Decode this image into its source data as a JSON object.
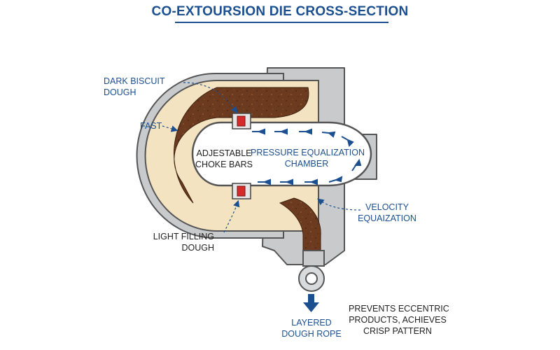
{
  "title": "CO-EXTOURSION DIE CROSS-SECTION",
  "labels": {
    "dark_dough_line1": "DARK BISCUIT",
    "dark_dough_line2": "DOUGH",
    "fast": "FAST",
    "choke_line1": "ADJESTABLE",
    "choke_line2": "CHOKE BARS",
    "chamber_line1": "PRESSURE EQUALIZATION",
    "chamber_line2": "CHAMBER",
    "velocity_line1": "VELOCITY",
    "velocity_line2": "EQUAIZATION",
    "light_dough_line1": "LIGHT FILLING",
    "light_dough_line2": "DOUGH",
    "rope_line1": "LAYERED",
    "rope_line2": "DOUGH ROPE",
    "benefit_line1": "PREVENTS ECCENTRIC",
    "benefit_line2": "PRODUCTS, ACHIEVES",
    "benefit_line3": "CRISP PATTERN"
  },
  "colors": {
    "accent_blue": "#1c4f8f",
    "dark_dough": "#6b3a1f",
    "light_dough": "#f4e3c1",
    "die_steel": "#c9cacc",
    "choke_red": "#d62b2b"
  }
}
